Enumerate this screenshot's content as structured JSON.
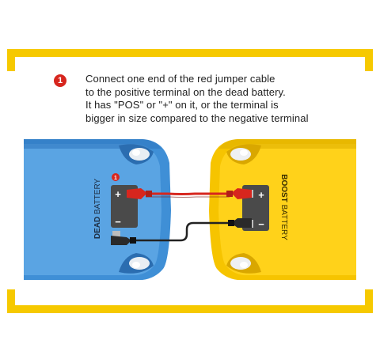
{
  "instruction": {
    "step_number": "1",
    "lines": [
      "Connect one end of the red jumper cable",
      "to the positive terminal on the dead battery.",
      "It has \"POS\" or \"+\" on it, or the terminal is",
      "bigger in size compared to the negative terminal"
    ]
  },
  "dead_car": {
    "battery_label_bold": "DEAD",
    "battery_label_rest": " BATTERY",
    "positive_symbol": "+",
    "negative_symbol": "−",
    "marker": "1",
    "color": "#3f8fd6"
  },
  "boost_car": {
    "battery_label_bold": "BOOST",
    "battery_label_rest": " BATTERY",
    "positive_symbol": "+",
    "negative_symbol": "−",
    "color": "#f6c400"
  },
  "colors": {
    "frame": "#f6c900",
    "red_cable": "#d7261e",
    "black_cable": "#222222",
    "battery": "#4a4a4a"
  }
}
